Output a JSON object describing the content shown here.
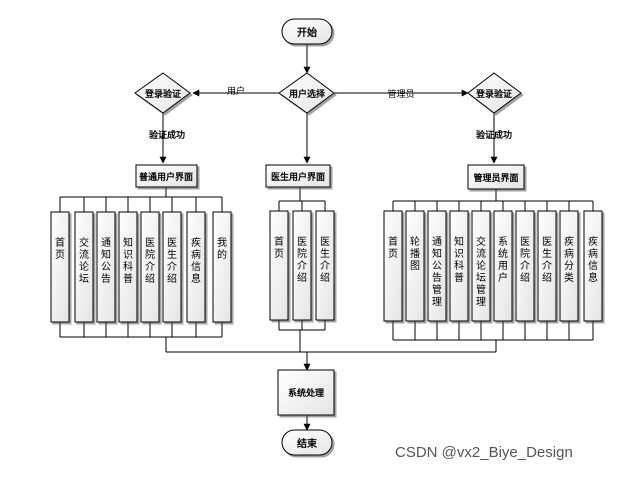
{
  "nodes": {
    "start": "开始",
    "user_select": "用户选择",
    "login_left": "登录验证",
    "login_right": "登录验证",
    "normal_ui": "普通用户界面",
    "doctor_ui": "医生用户界面",
    "admin_ui": "管理员界面",
    "system": "系统处理",
    "end": "结束"
  },
  "edges": {
    "user": "用户",
    "admin": "管理员",
    "success_left": "验证成功",
    "success_right": "验证成功"
  },
  "normal_modules": [
    "首页",
    "交流论坛",
    "通知公告",
    "知识科普",
    "医院介绍",
    "医生介绍",
    "疾病信息",
    "我的"
  ],
  "doctor_modules": [
    "首页",
    "医院介绍",
    "医生介绍"
  ],
  "admin_modules": [
    "首页",
    "轮播图",
    "通知公告管理",
    "知识科普",
    "交流论坛管理",
    "系统用户",
    "医院介绍",
    "医生介绍",
    "疾病分类",
    "疾病信息"
  ],
  "watermark": "CSDN @vx2_Biye_Design"
}
